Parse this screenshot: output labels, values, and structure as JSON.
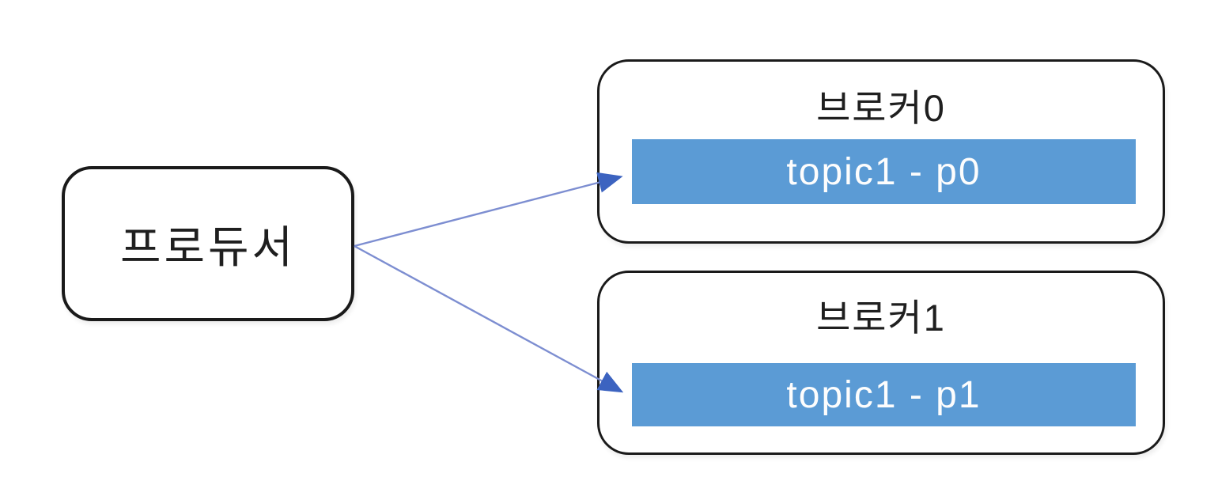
{
  "diagram": {
    "producer": {
      "label": "프로듀서"
    },
    "brokers": [
      {
        "title": "브로커0",
        "partition_label": "topic1 - p0"
      },
      {
        "title": "브로커1",
        "partition_label": "topic1 - p1"
      }
    ],
    "colors": {
      "partition_fill": "#5b9bd5",
      "partition_text": "#fdfdfd",
      "node_border": "#1a1a1a",
      "arrow_line": "#7d8ed1",
      "arrow_head": "#3c63c0",
      "background": "#ffffff"
    }
  }
}
